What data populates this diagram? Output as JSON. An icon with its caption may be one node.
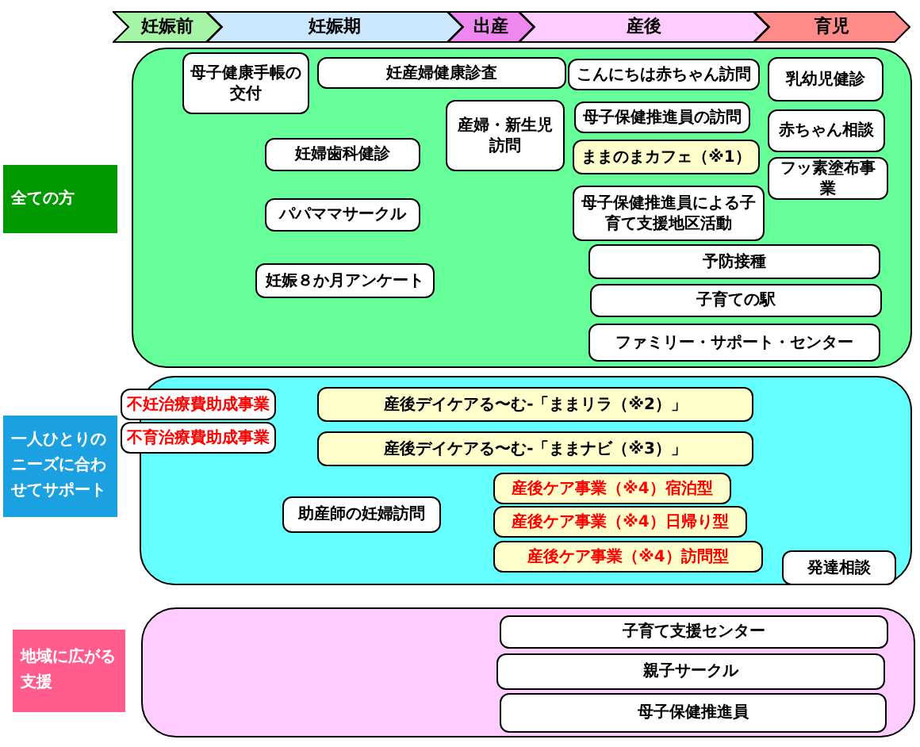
{
  "diagram": {
    "nodes": [
      {
        "text": [
          "妊娠前"
        ]
      },
      {
        "text": [
          "妊娠期"
        ]
      },
      {
        "text": [
          "出産"
        ]
      },
      {
        "text": [
          "産後"
        ]
      },
      {
        "text": [
          "育児"
        ]
      },
      {
        "text": [
          "全ての方"
        ]
      },
      {
        "text": [],
        "shape": "box"
      },
      {
        "text": [
          "母子健康手帳の交付"
        ],
        "in": 6
      },
      {
        "text": [
          "妊産婦健康診査"
        ],
        "in": 6
      },
      {
        "text": [
          "こんにちは赤ちゃん訪問"
        ],
        "in": 6
      },
      {
        "text": [
          "乳幼児健診"
        ],
        "in": 6
      },
      {
        "text": [
          "産婦・新生児訪問"
        ],
        "in": 6
      },
      {
        "text": [
          "母子保健推進員の訪問"
        ],
        "in": 6
      },
      {
        "text": [
          "妊婦歯科健診"
        ],
        "in": 6
      },
      {
        "text": [
          "ままのまカフェ（※1）"
        ],
        "in": 6
      },
      {
        "text": [
          "赤ちゃん相談"
        ],
        "in": 6
      },
      {
        "text": [
          "フッ素塗布事業"
        ],
        "in": 6
      },
      {
        "text": [
          "パパママサークル"
        ],
        "in": 6
      },
      {
        "text": [
          "母子保健推進員による子育て支援地区活動"
        ],
        "in": 6
      },
      {
        "text": [
          "妊娠８か月アンケート"
        ],
        "in": 6
      },
      {
        "text": [
          "予防接種"
        ],
        "in": 6
      },
      {
        "text": [
          "子育ての駅"
        ],
        "in": 6
      },
      {
        "text": [
          "ファミリー・サポート・センター"
        ],
        "in": 6
      },
      {
        "text": [
          "一人ひとりのニーズに合わせてサポート"
        ]
      },
      {
        "text": [],
        "shape": "box"
      },
      {
        "text": [
          "不妊治療費助成事業"
        ]
      },
      {
        "text": [
          "不育治療費助成事業"
        ]
      },
      {
        "text": [
          "産後デイケアる〜む-「ままリラ（※2）」"
        ],
        "in": 24
      },
      {
        "text": [
          "産後デイケアる〜む-「ままナビ（※3）」"
        ],
        "in": 24
      },
      {
        "text": [
          "助産師の妊婦訪問"
        ],
        "in": 24
      },
      {
        "text": [
          "産後ケア事業（※4）宿泊型"
        ],
        "in": 24
      },
      {
        "text": [
          "産後ケア事業（※4）日帰り型"
        ],
        "in": 24
      },
      {
        "text": [
          "産後ケア事業（※4）訪問型"
        ],
        "in": 24
      },
      {
        "text": [
          "発達相談"
        ],
        "in": 24
      },
      {
        "text": [
          "地域に広がる支援"
        ]
      },
      {
        "text": [],
        "shape": "box"
      },
      {
        "text": [
          "子育て支援センター"
        ],
        "in": 35
      },
      {
        "text": [
          "親子サークル"
        ],
        "in": 35
      },
      {
        "text": [
          "母子保健推進員"
        ],
        "in": 35
      }
    ]
  }
}
